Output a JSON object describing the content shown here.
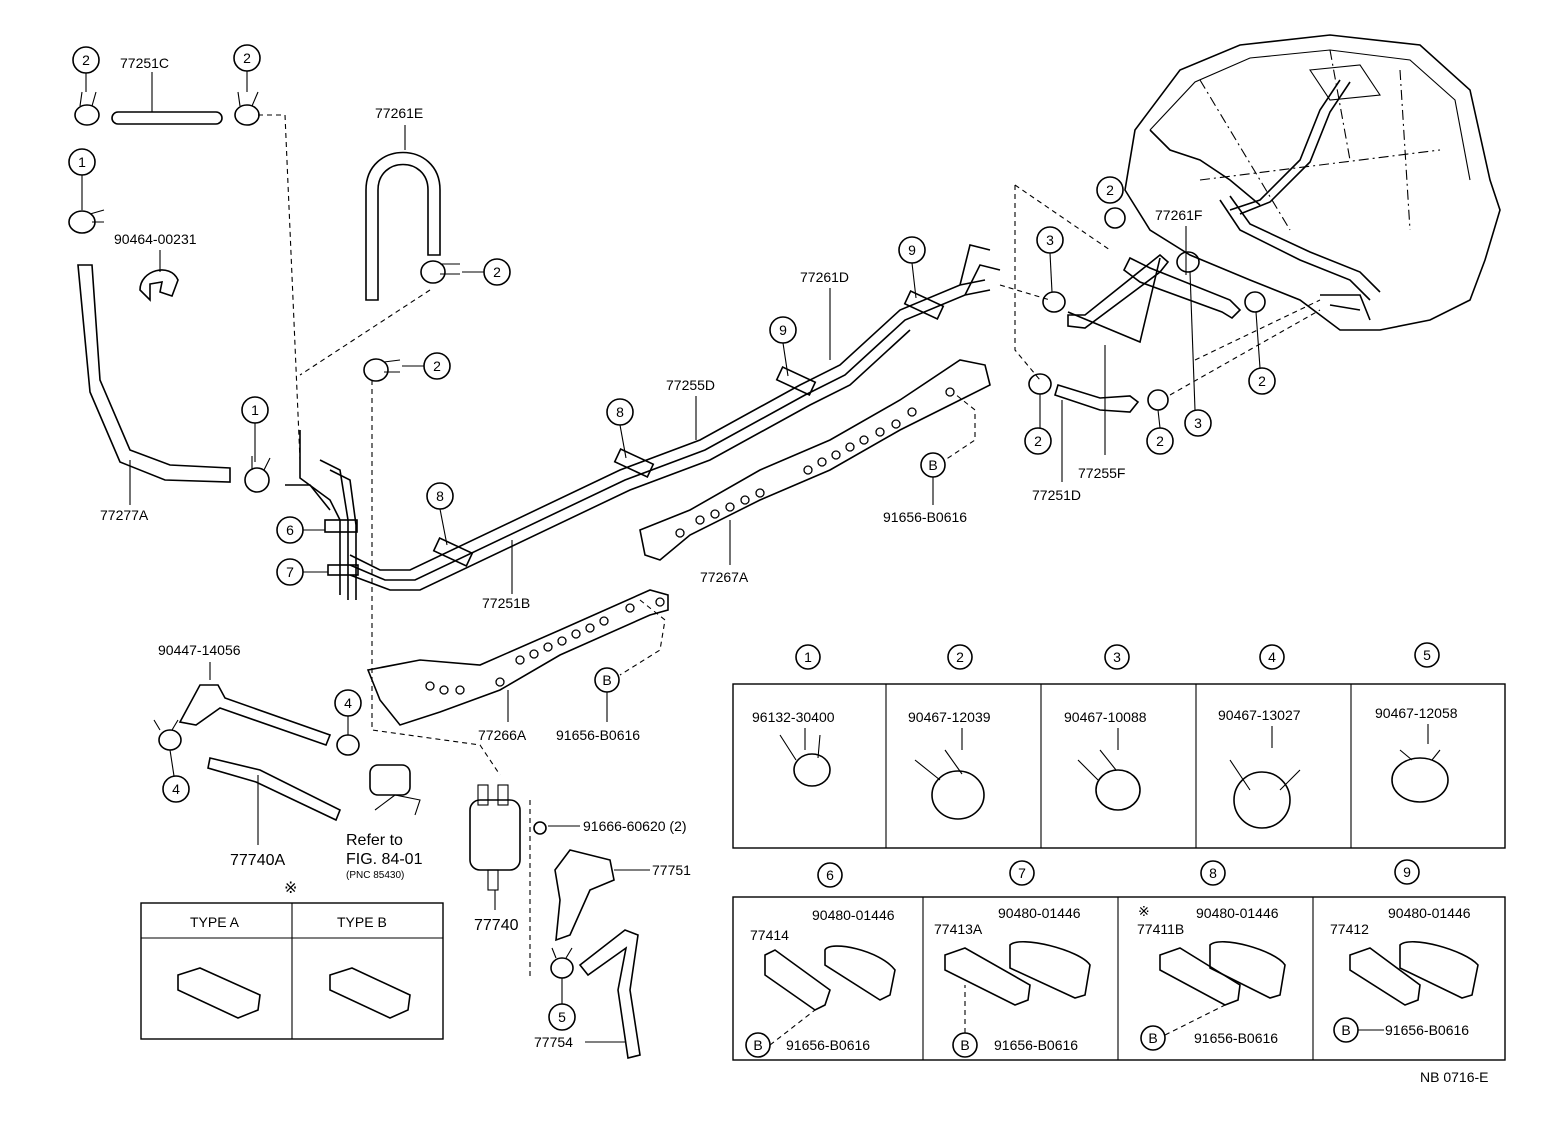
{
  "callouts": {
    "c1": "1",
    "c2": "2",
    "c3": "3",
    "c4": "4",
    "c5": "5",
    "c6": "6",
    "c7": "7",
    "c8": "8",
    "c9": "9",
    "cB": "B"
  },
  "parts": {
    "p77251C": "77251C",
    "p77261E": "77261E",
    "p90464": "90464-00231",
    "p77277A": "77277A",
    "p77261D": "77261D",
    "p77255D": "77255D",
    "p77251B": "77251B",
    "p77267A": "77267A",
    "p91656a": "91656-B0616",
    "p77261F": "77261F",
    "p77255F": "77255F",
    "p77251D": "77251D",
    "p90447": "90447-14056",
    "p77740A": "77740A",
    "p77266A": "77266A",
    "p91656b": "91656-B0616",
    "p91666": "91666-60620 (2)",
    "p77751": "77751",
    "p77740": "77740",
    "p77754": "77754"
  },
  "refer": {
    "line1": "Refer to",
    "line2": "FIG. 84-01",
    "line3": "(PNC 85430)"
  },
  "type_box": {
    "mark": "※",
    "type_a": "TYPE A",
    "type_b": "TYPE B"
  },
  "clamp_table": {
    "row1": [
      {
        "num": "1",
        "part": "96132-30400"
      },
      {
        "num": "2",
        "part": "90467-12039"
      },
      {
        "num": "3",
        "part": "90467-10088"
      },
      {
        "num": "4",
        "part": "90467-13027"
      },
      {
        "num": "5",
        "part": "90467-12058"
      }
    ],
    "row2": [
      {
        "num": "6",
        "bracket": "77414",
        "clip": "90480-01446",
        "bolt": "91656-B0616"
      },
      {
        "num": "7",
        "bracket": "77413A",
        "clip": "90480-01446",
        "bolt": "91656-B0616"
      },
      {
        "num": "8",
        "bracket": "77411B",
        "clip": "90480-01446",
        "bolt": "91656-B0616",
        "mark": "※"
      },
      {
        "num": "9",
        "bracket": "77412",
        "clip": "90480-01446",
        "bolt": "91656-B0616"
      }
    ]
  },
  "footer_code": "NB 0716-E"
}
